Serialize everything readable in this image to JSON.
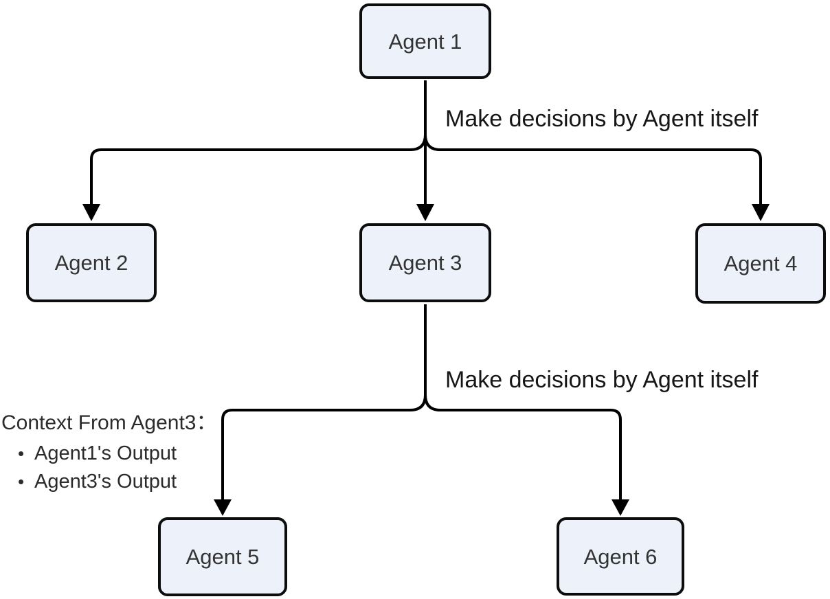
{
  "diagram": {
    "type": "flowchart",
    "nodes": [
      {
        "id": "agent1",
        "label": "Agent 1"
      },
      {
        "id": "agent2",
        "label": "Agent 2"
      },
      {
        "id": "agent3",
        "label": "Agent 3"
      },
      {
        "id": "agent4",
        "label": "Agent 4"
      },
      {
        "id": "agent5",
        "label": "Agent 5"
      },
      {
        "id": "agent6",
        "label": "Agent 6"
      }
    ],
    "edges": [
      {
        "from": "Agent 1",
        "to": "Agent 2"
      },
      {
        "from": "Agent 1",
        "to": "Agent 3"
      },
      {
        "from": "Agent 1",
        "to": "Agent 4"
      },
      {
        "from": "Agent 3",
        "to": "Agent 5"
      },
      {
        "from": "Agent 3",
        "to": "Agent 6"
      }
    ],
    "edge_labels": [
      {
        "attached_to": "Agent 1 branching",
        "text": "Make decisions by Agent itself"
      },
      {
        "attached_to": "Agent 3 branching",
        "text": "Make decisions by Agent itself"
      }
    ],
    "context_note": {
      "title": "Context From Agent3：",
      "bullet": "•",
      "items": [
        "Agent1's Output",
        "Agent3's Output"
      ]
    },
    "colors": {
      "node_fill": "#ecf1fa",
      "node_border": "#0d0d0e",
      "edge_stroke": "#000000",
      "node_text": "#333333",
      "label_text": "#161616",
      "background": "#ffffff"
    }
  }
}
